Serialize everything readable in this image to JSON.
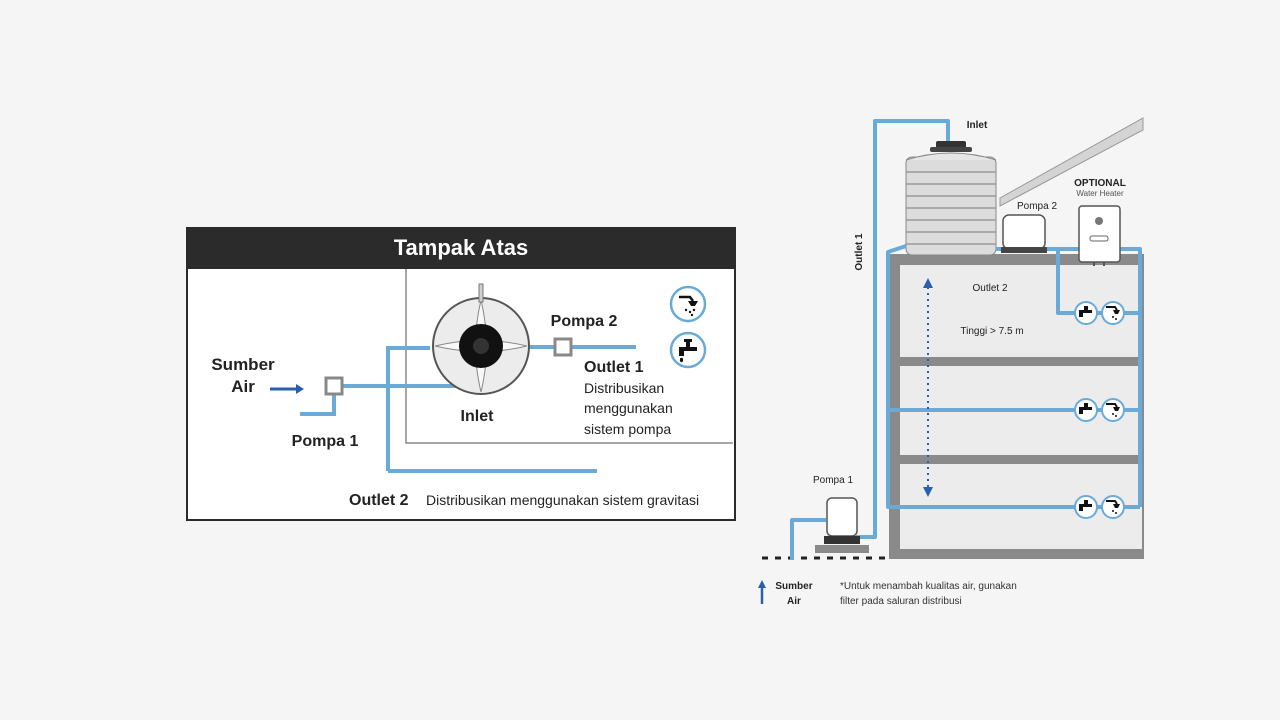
{
  "colors": {
    "pipe": "#6aaad8",
    "arrow": "#2a5fae",
    "header_bg": "#2b2b2b",
    "wall": "#8a8a8a",
    "floor_fill": "#ececec",
    "pump_base": "#555555",
    "text": "#222222"
  },
  "top_view": {
    "header": "Tampak Atas",
    "sumber_air_line1": "Sumber",
    "sumber_air_line2": "Air",
    "pompa1": "Pompa 1",
    "pompa2": "Pompa 2",
    "inlet": "Inlet",
    "outlet1_title": "Outlet 1",
    "outlet1_line1": "Distribusikan",
    "outlet1_line2": "menggunakan",
    "outlet1_line3": "sistem pompa",
    "outlet2_title": "Outlet 2",
    "outlet2_desc": "Distribusikan menggunakan sistem gravitasi",
    "icons": [
      "shower-icon",
      "faucet-icon"
    ]
  },
  "side_view": {
    "inlet": "Inlet",
    "outlet1": "Outlet 1",
    "pompa2": "Pompa 2",
    "optional": "OPTIONAL",
    "water_heater": "Water Heater",
    "outlet2": "Outlet 2",
    "height": "Tinggi > 7.5 m",
    "pompa1": "Pompa 1",
    "sumber_air_line1": "Sumber",
    "sumber_air_line2": "Air",
    "note_line1": "*Untuk menambah kualitas air, gunakan",
    "note_line2": "filter pada saluran  distribusi",
    "fixture_icons": [
      "faucet-icon",
      "shower-icon"
    ]
  }
}
